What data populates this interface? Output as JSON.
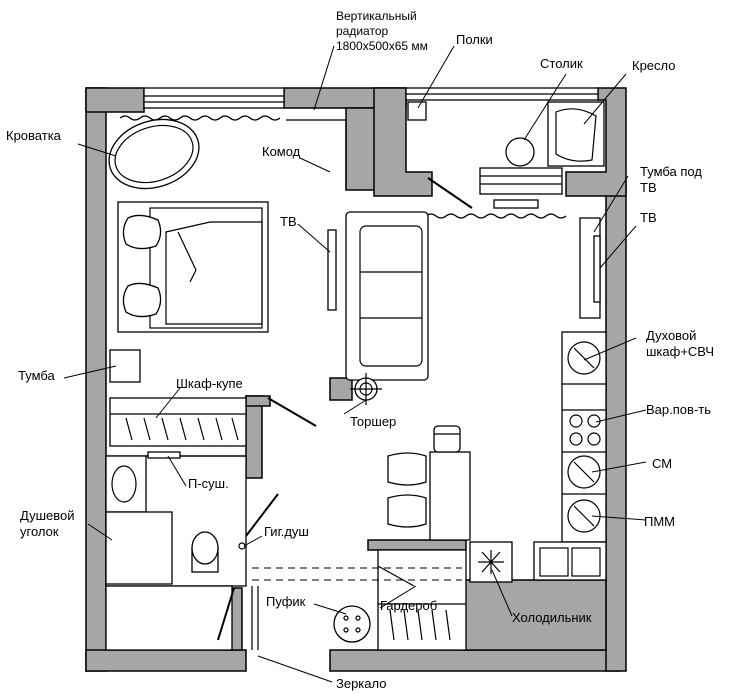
{
  "labels": {
    "radiator_line1": "Вертикальный",
    "radiator_line2": "радиатор",
    "radiator_line3": "1800x500x65 мм",
    "shelves": "Полки",
    "coffee_table": "Столик",
    "armchair": "Кресло",
    "crib": "Кроватка",
    "dresser": "Комод",
    "tv_stand_line1": "Тумба под",
    "tv_stand_line2": "ТВ",
    "tv_left": "ТВ",
    "tv_right": "ТВ",
    "oven_line1": "Духовой",
    "oven_line2": "шкаф+СВЧ",
    "nightstand": "Тумба",
    "wardrobe": "Шкаф-купе",
    "floor_lamp": "Торшер",
    "hob": "Вар.пов-ть",
    "towel_dryer": "П-суш.",
    "washer": "СМ",
    "shower_line1": "Душевой",
    "shower_line2": "уголок",
    "hygienic_shower": "Гиг.душ",
    "dishwasher": "ПММ",
    "pouf": "Пуфик",
    "closet": "Гардероб",
    "fridge": "Холодильник",
    "mirror": "Зеркало"
  }
}
